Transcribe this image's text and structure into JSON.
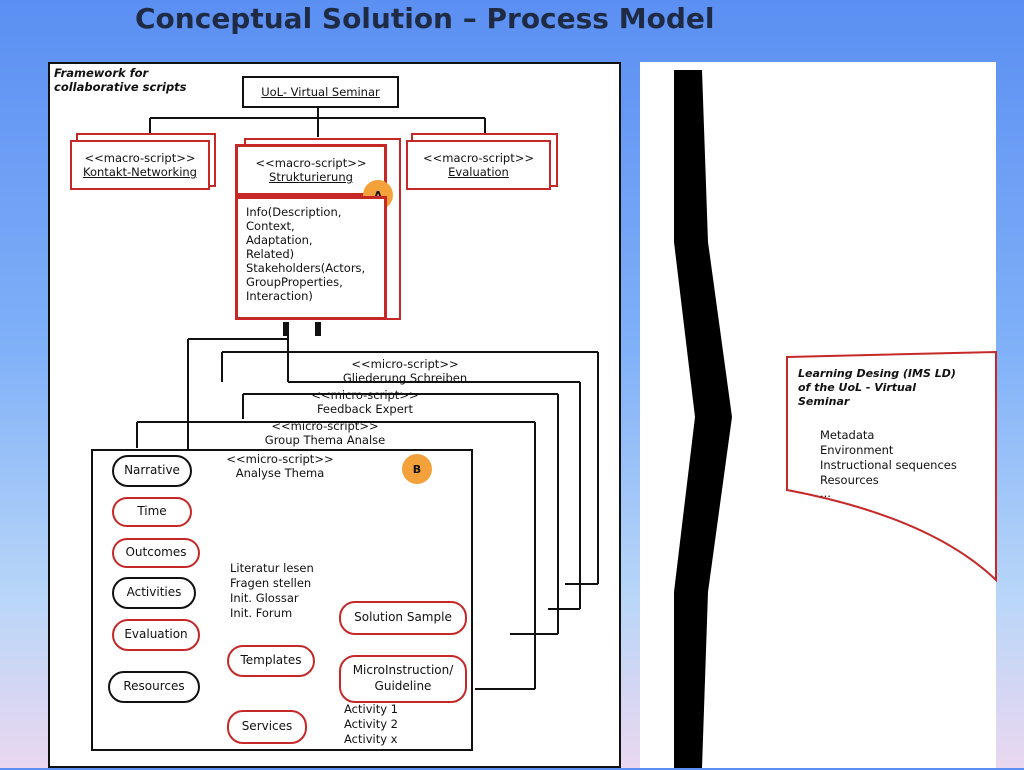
{
  "title": "Conceptual Solution – Process Model",
  "framework": {
    "label_line1": "Framework for",
    "label_line2": "collaborative scripts",
    "root": "UoL- Virtual Seminar"
  },
  "macro_scripts": [
    {
      "stereotype": "<<macro-script>>",
      "name": "Kontakt-Networking"
    },
    {
      "stereotype": "<<macro-script>>",
      "name": "Strukturierung"
    },
    {
      "stereotype": "<<macro-script>>",
      "name": "Evaluation"
    }
  ],
  "info_box": [
    "Info(Description,",
    "Context,",
    "Adaptation,",
    "Related)",
    "Stakeholders(Actors,",
    "GroupProperties,",
    "Interaction)"
  ],
  "badges": {
    "a": "A",
    "b": "B"
  },
  "micro_scripts": [
    {
      "stereotype": "<<micro-script>>",
      "name": "Gliederung Schreiben"
    },
    {
      "stereotype": "<<micro-script>>",
      "name": "Feedback Expert"
    },
    {
      "stereotype": "<<micro-script>>",
      "name": "Group Thema Analse"
    },
    {
      "stereotype": "<<micro-script>>",
      "name": "Analyse Thema"
    }
  ],
  "elements": {
    "narrative": "Narrative",
    "time": "Time",
    "outcomes": "Outcomes",
    "activities": "Activities",
    "evaluation": "Evaluation",
    "resources": "Resources"
  },
  "activities_list": [
    "Literatur lesen",
    "Fragen stellen",
    "Init. Glossar",
    "Init. Forum"
  ],
  "resources": {
    "templates": "Templates",
    "services": "Services",
    "solution_sample": "Solution Sample",
    "microinstruction_line1": "MicroInstruction/",
    "microinstruction_line2": "Guideline"
  },
  "services_activities": [
    "Activity 1",
    "Activity 2",
    "Activity x"
  ],
  "learning_design": {
    "title_line1": "Learning Desing (IMS LD)",
    "title_line2": "of the UoL - Virtual",
    "title_line3": "Seminar",
    "items": [
      "Metadata",
      "Environment",
      "Instructional sequences",
      "Resources",
      "..."
    ]
  },
  "colors": {
    "accent_red": "#c62828",
    "badge_orange": "#f3a13a",
    "title_text": "#1f2b45"
  }
}
